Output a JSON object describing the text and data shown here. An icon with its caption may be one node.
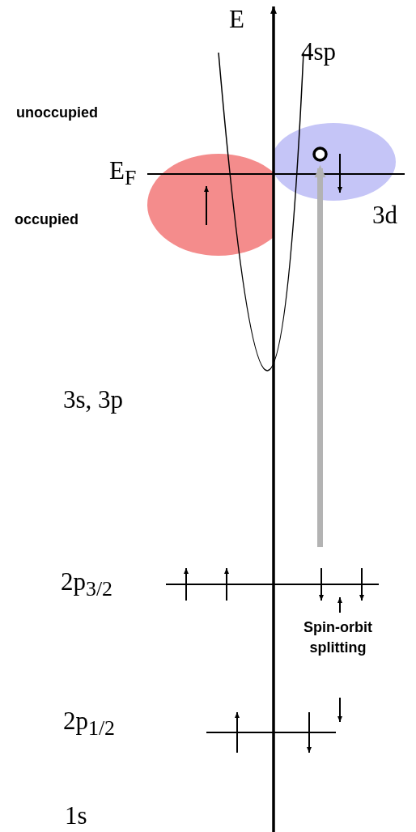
{
  "diagram": {
    "nodes": [
      {
        "text": [],
        "shape": "circle"
      },
      {
        "text": [
          "2p$_{3/2}$"
        ]
      }
    ],
    "edges": [
      {
        "from": 1,
        "to": 0,
        "arrow": "to",
        "color": "#b3b3b3"
      }
    ],
    "labels": [
      "E",
      "4sp",
      "unoccupied",
      "E$_{F}$",
      "occupied",
      "3d",
      "3s, 3p",
      "Spin-orbit splitting",
      "2p$_{1/2}$",
      "1s"
    ]
  }
}
